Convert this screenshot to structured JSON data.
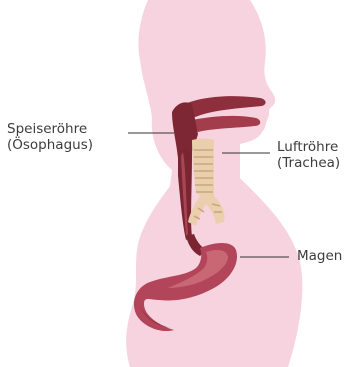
{
  "labels": {
    "esophagus": {
      "line1": "Speiseröhre",
      "line2": "(Ösophagus)"
    },
    "trachea": {
      "line1": "Luftröhre",
      "line2": "(Trachea)"
    },
    "stomach": {
      "line1": "Magen"
    }
  },
  "colors": {
    "body": "#f6d3de",
    "body_edge": "#efc3d0",
    "tract_dark": "#7a2633",
    "tract_mid": "#9c3a48",
    "tract_light": "#c25a68",
    "trachea": "#e6c9a4",
    "trachea_ring": "#cfa982",
    "stomach": "#b8485a",
    "stomach_light": "#d47282",
    "leader_line": "#333333"
  }
}
